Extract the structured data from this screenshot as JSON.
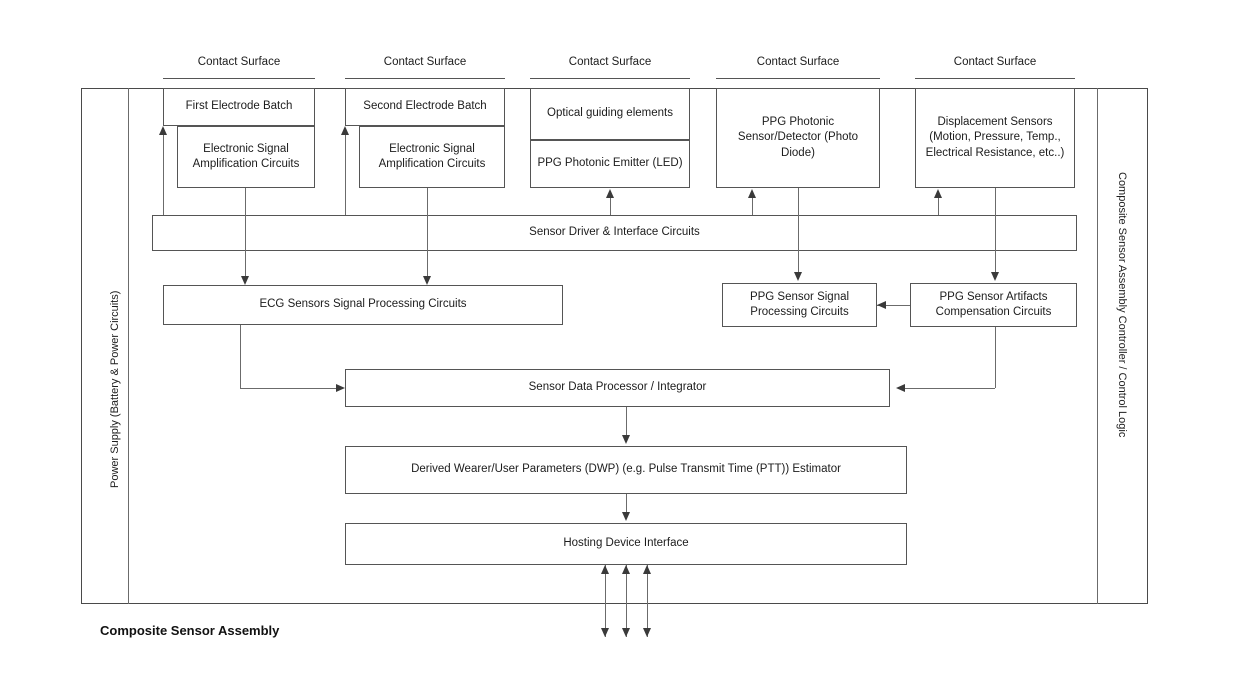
{
  "diagram": {
    "caption": "Composite Sensor Assembly",
    "left_rail_label": "Power Supply (Battery & Power Circuits)",
    "right_rail_label": "Composite Sensor Assembly Controller / Control Logic",
    "contact_surface_label": "Contact Surface",
    "contact_surfaces": [
      {
        "label": "Contact Surface"
      },
      {
        "label": "Contact Surface"
      },
      {
        "label": "Contact Surface"
      },
      {
        "label": "Contact Surface"
      },
      {
        "label": "Contact Surface"
      }
    ],
    "sensor_columns": [
      {
        "id": "col-ecg-1",
        "top": "First Electrode Batch",
        "bottom": "Electronic Signal Amplification Circuits"
      },
      {
        "id": "col-ecg-2",
        "top": "Second Electrode Batch",
        "bottom": "Electronic Signal Amplification Circuits"
      },
      {
        "id": "col-ppg-emitter",
        "top": "Optical guiding elements",
        "bottom": "PPG Photonic Emitter (LED)"
      },
      {
        "id": "col-ppg-detector",
        "top": "PPG Photonic Sensor/Detector (Photo Diode)",
        "bottom": null
      },
      {
        "id": "col-displacement",
        "top": "Displacement Sensors (Motion, Pressure, Temp., Electrical Resistance, etc..)",
        "bottom": null
      }
    ],
    "blocks": {
      "sensor_driver": "Sensor Driver & Interface Circuits",
      "ecg_processing": "ECG Sensors Signal Processing Circuits",
      "ppg_processing": "PPG Sensor Signal Processing Circuits",
      "ppg_artifacts": "PPG Sensor Artifacts Compensation Circuits",
      "data_processor": "Sensor Data Processor / Integrator",
      "dwp_estimator": "Derived Wearer/User Parameters (DWP) (e.g. Pulse Transmit Time (PTT)) Estimator",
      "hosting_interface": "Hosting Device Interface"
    },
    "colors": {
      "background": "#ffffff",
      "box_border": "#555555",
      "connector": "#6b6b6b",
      "arrow": "#3a3a3a",
      "text": "#1c1c1c"
    }
  }
}
